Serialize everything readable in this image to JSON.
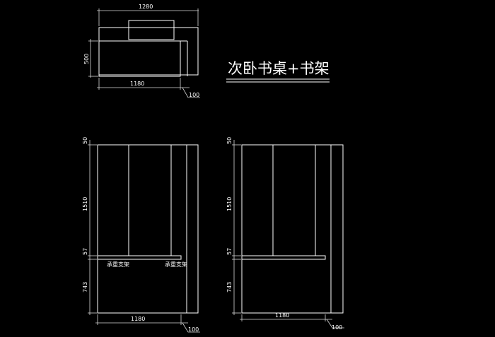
{
  "title": "次卧书桌+书架",
  "colors": {
    "background": "#000000",
    "lines": "#ffffff"
  },
  "plan_view": {
    "width_total": "1280",
    "width_main": "1180",
    "depth": "500",
    "offset": "100"
  },
  "front_view": {
    "top_gap": "50",
    "upper_height": "1510",
    "desk_thickness": "57",
    "lower_height": "743",
    "width_main": "1180",
    "offset": "100",
    "bracket_left": "承重支架",
    "bracket_right": "承重支架"
  },
  "side_view": {
    "top_gap": "50",
    "upper_height": "1510",
    "desk_thickness": "57",
    "lower_height": "743",
    "width_main": "1180",
    "offset": "100"
  }
}
